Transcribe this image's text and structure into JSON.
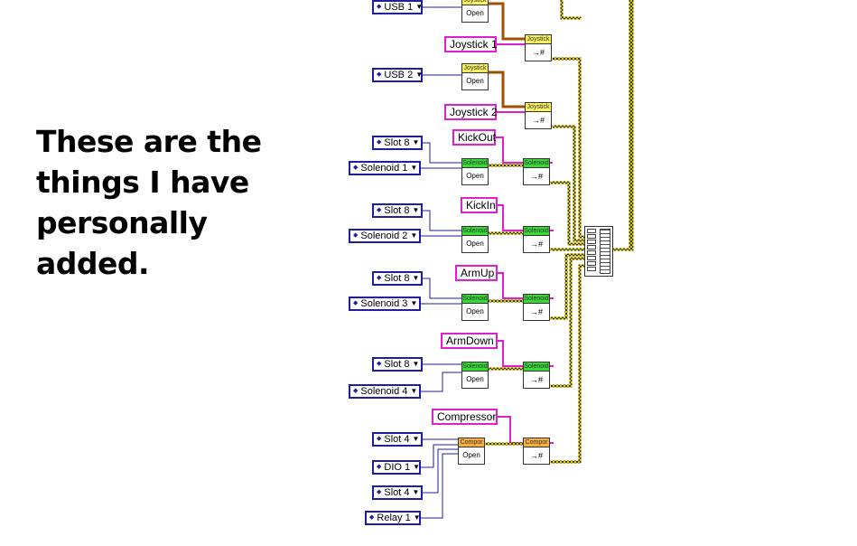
{
  "annotation": {
    "lines": [
      "These are the",
      "things I have",
      "personally",
      "added."
    ]
  },
  "controls": {
    "usb1": "USB 1",
    "usb2": "USB 2",
    "slot8_a": "Slot 8",
    "solenoid1": "Solenoid 1",
    "slot8_b": "Slot 8",
    "solenoid2": "Solenoid 2",
    "slot8_c": "Slot 8",
    "solenoid3": "Solenoid 3",
    "slot8_d": "Slot 8",
    "solenoid4": "Solenoid 4",
    "slot4_a": "Slot 4",
    "dio1": "DIO 1",
    "slot4_b": "Slot 4",
    "relay1": "Relay 1"
  },
  "constants": {
    "joystick1": "Joystick 1",
    "joystick2": "Joystick 2",
    "kickout": "KickOut",
    "kickin": "KickIn",
    "armup": "ArmUp",
    "armdown": "ArmDown",
    "compressor": "Compressor"
  },
  "vi_labels": {
    "joystick": "Joystick",
    "solenoid": "Solenoid",
    "compressor": "Compor",
    "open": "Open",
    "refnum": "→#"
  },
  "colors": {
    "control_border": "#1e1ea0",
    "string_constant": "#e020d0",
    "refnum_wire": "#b8a000",
    "joystick_header": "#f8f060",
    "solenoid_header": "#38d838",
    "compressor_header": "#f8b040"
  }
}
